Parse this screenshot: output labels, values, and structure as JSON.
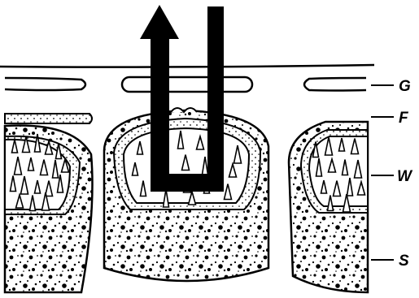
{
  "labels": {
    "G": "G",
    "F": "F",
    "W": "W",
    "S": "S"
  },
  "arrow": {
    "direction": "up",
    "icon": "u-turn-up-arrow-icon"
  },
  "colors": {
    "ink": "#000000",
    "background": "#ffffff"
  }
}
